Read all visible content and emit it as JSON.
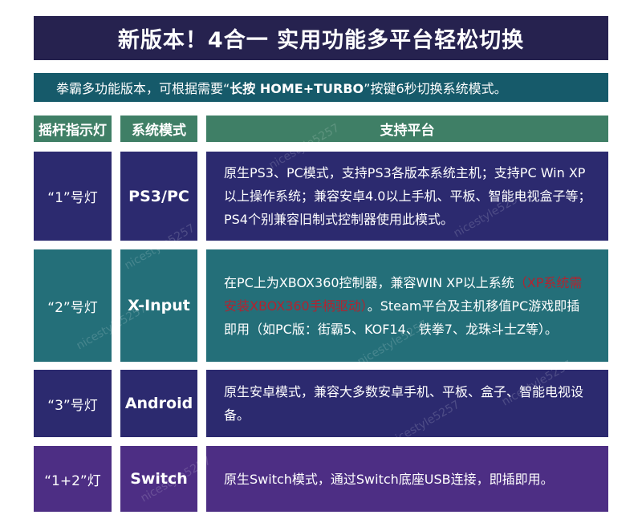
{
  "title": "新版本！4合一 实用功能多平台轻松切换",
  "subtitle": {
    "prefix": "拳霸多功能版本，可根据需要“ ",
    "highlight": "长按 HOME+TURBO",
    "suffix": "”按键6秒切换系统模式。"
  },
  "headers": [
    "摇杆指示灯",
    "系统模式",
    "支持平台"
  ],
  "rows": [
    {
      "light": "“1”号灯",
      "mode": "PS3/PC",
      "desc": "原生PS3、PC模式，支持PS3各版本系统主机；支持PC Win XP以上操作系统；兼容安卓4.0以上手机、平板、智能电视盒子等；PS4个别兼容旧制式控制器使用此模式。"
    },
    {
      "light": "“2”号灯",
      "mode": "X-Input",
      "desc_before": "在PC上为XBOX360控制器，兼容WIN XP以上系统",
      "desc_note": "（XP系统需安装XBOX360手柄驱动）",
      "desc_after": "。Steam平台及主机移值PC游戏即插即用（如PC版：街霸5、KOF14、铁拳7、龙珠斗士Z等）。"
    },
    {
      "light": "“3”号灯",
      "mode": "Android",
      "desc": "原生安卓模式，兼容大多数安卓手机、平板、盒子、智能电视设备。"
    },
    {
      "light": "“1+2”灯",
      "mode": "Switch",
      "desc": "原生Switch模式，通过Switch底座USB连接，即插即用。"
    }
  ],
  "watermark": "nicestyle5257",
  "colors": {
    "title_bg": "#26224f",
    "subtitle_bg": "#165a6a",
    "header_bg": "#3f7f66",
    "navy": "#2c2a6f",
    "teal": "#246f79",
    "purple": "#4d2e84",
    "note_red": "#b3232f"
  }
}
